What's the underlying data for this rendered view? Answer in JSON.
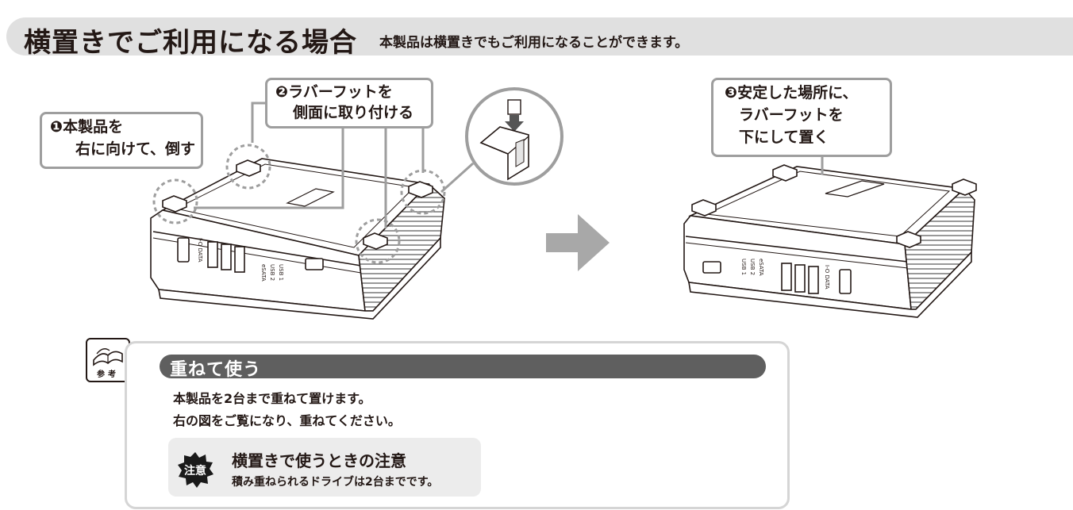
{
  "header": {
    "title": "横置きでご利用になる場合",
    "subtitle": "本製品は横置きでもご利用になることができます。"
  },
  "callouts": {
    "step1": [
      "❶本製品を",
      "右に向けて、倒す"
    ],
    "step2": [
      "❷ラバーフットを",
      "側面に取り付ける"
    ],
    "step3": [
      "❸安定した場所に、",
      "ラバーフットを",
      "下にして置く"
    ]
  },
  "device_labels": {
    "port_usb2": "USB 2",
    "port_usb1": "USB 1",
    "port_esata": "eSATA",
    "brand": "I-O DATA"
  },
  "reference": {
    "icon_label": "参考",
    "heading": "重ねて使う",
    "lines": [
      "本製品を2台まで重ねて置けます。",
      "右の図をご覧になり、重ねてください。"
    ],
    "caution_badge": "注意",
    "caution_title": "横置きで使うときの注意",
    "caution_text": "積み重ねられるドライブは2台までです。"
  },
  "colors": {
    "header_bg": "#e0e0e0",
    "callout_border": "#9e9e9e",
    "arrow": "#a8a8a8",
    "ref_heading_bg": "#5f5f5f",
    "caution_bg": "#ececec",
    "caution_badge": "#1a1a1a"
  }
}
